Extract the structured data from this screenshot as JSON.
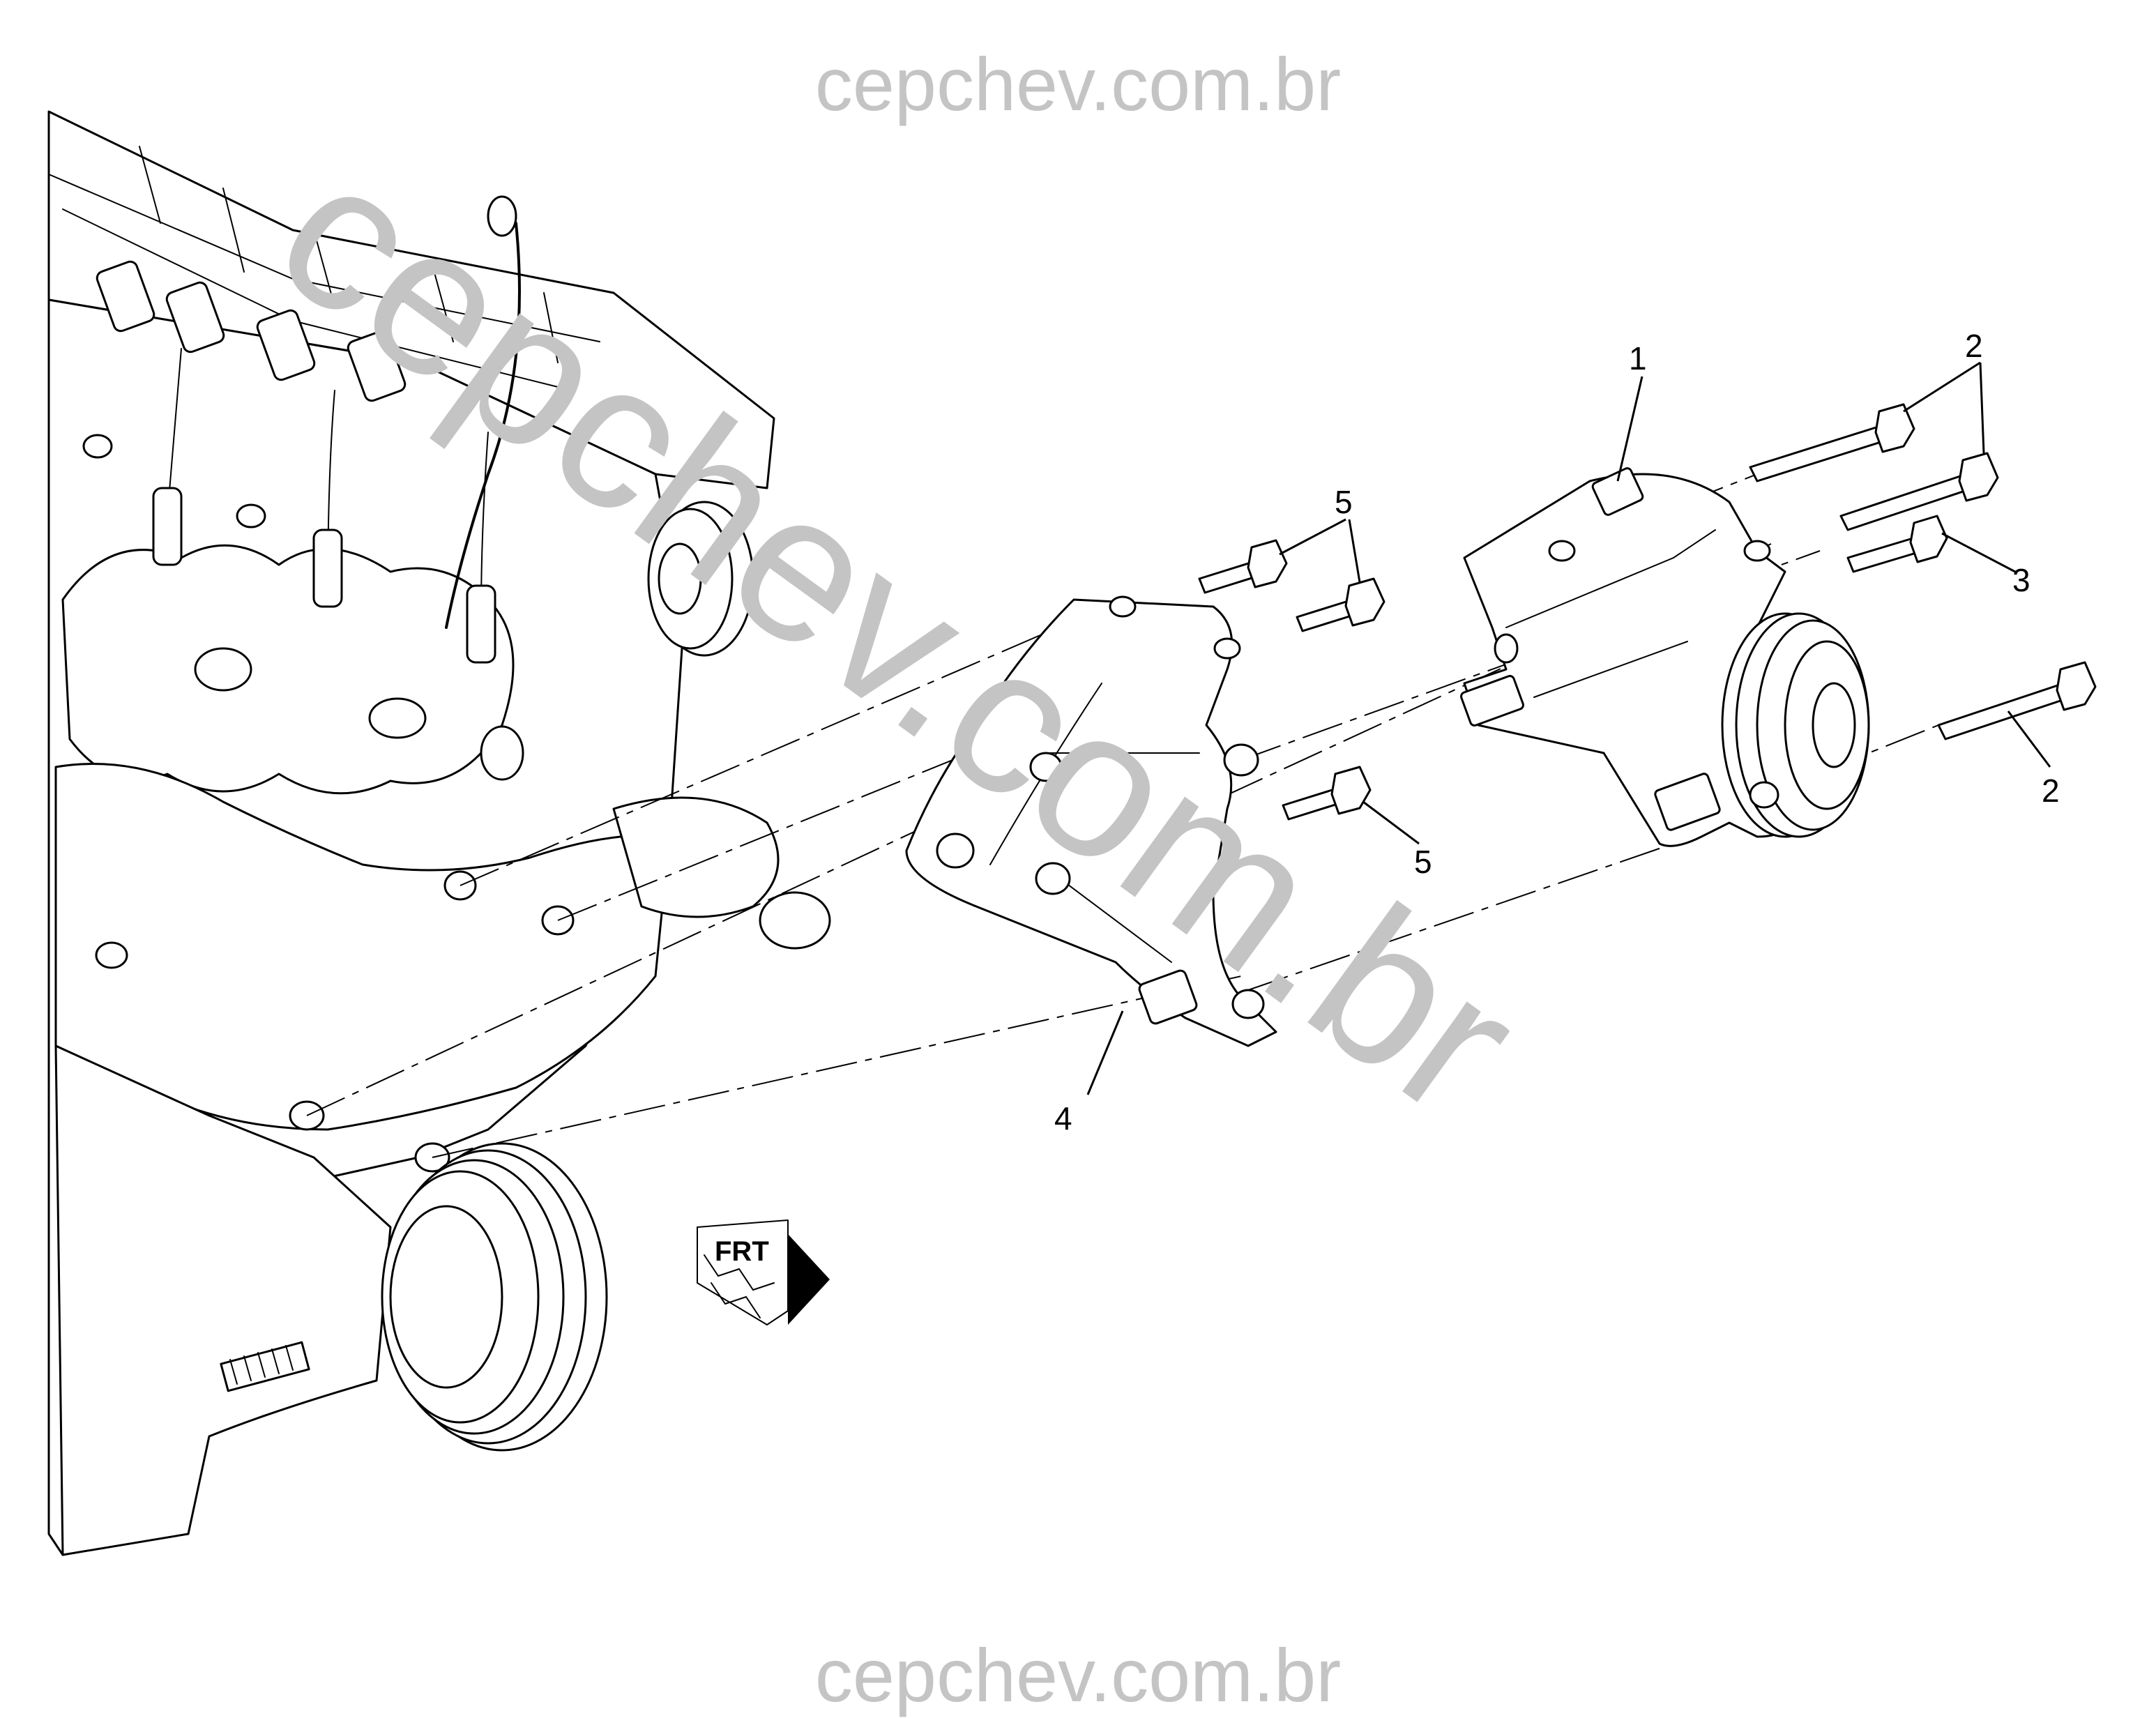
{
  "watermark": {
    "top_text": "cepchev.com.br",
    "bottom_text": "cepchev.com.br",
    "diagonal_text": "cepchev.com.br",
    "color": "#c4c4c4"
  },
  "callouts": {
    "compressor": "1",
    "bolt_long_top": "2",
    "bolt_long_middle": "2",
    "bolt_short": "3",
    "bracket": "4",
    "bolt_upper_left": "5",
    "bolt_lower": "5",
    "bolt_long_right": "2"
  },
  "front_marker": {
    "label": "FRT"
  }
}
